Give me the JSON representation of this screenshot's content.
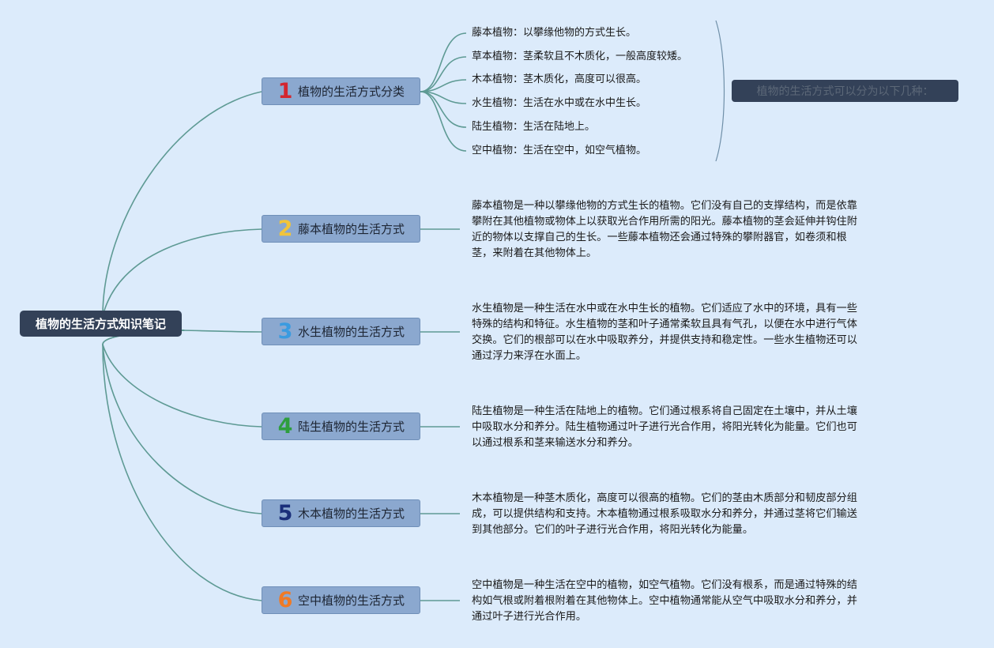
{
  "root": {
    "title": "植物的生活方式知识笔记"
  },
  "topics": [
    {
      "number": "1",
      "label": "植物的生活方式分类",
      "color": "#d3262f"
    },
    {
      "number": "2",
      "label": "藤本植物的生活方式",
      "color": "#f2c43a"
    },
    {
      "number": "3",
      "label": "水生植物的生活方式",
      "color": "#3a9be0"
    },
    {
      "number": "4",
      "label": "陆生植物的生活方式",
      "color": "#2e9e3e"
    },
    {
      "number": "5",
      "label": "木本植物的生活方式",
      "color": "#1b2f7a"
    },
    {
      "number": "6",
      "label": "空中植物的生活方式",
      "color": "#f07a24"
    }
  ],
  "classification": [
    "藤本植物：以攀缘他物的方式生长。",
    "草本植物：茎柔软且不木质化，一般高度较矮。",
    "木本植物：茎木质化，高度可以很高。",
    "水生植物：生活在水中或在水中生长。",
    "陆生植物：生活在陆地上。",
    "空中植物：生活在空中，如空气植物。"
  ],
  "summary_note": "植物的生活方式可以分为以下几种：",
  "descriptions": [
    "藤本植物是一种以攀缘他物的方式生长的植物。它们没有自己的支撑结构，而是依靠攀附在其他植物或物体上以获取光合作用所需的阳光。藤本植物的茎会延伸并钩住附近的物体以支撑自己的生长。一些藤本植物还会通过特殊的攀附器官，如卷须和根茎，来附着在其他物体上。",
    "水生植物是一种生活在水中或在水中生长的植物。它们适应了水中的环境，具有一些特殊的结构和特征。水生植物的茎和叶子通常柔软且具有气孔，以便在水中进行气体交换。它们的根部可以在水中吸取养分，并提供支持和稳定性。一些水生植物还可以通过浮力来浮在水面上。",
    "陆生植物是一种生活在陆地上的植物。它们通过根系将自己固定在土壤中，并从土壤中吸取水分和养分。陆生植物通过叶子进行光合作用，将阳光转化为能量。它们也可以通过根系和茎来输送水分和养分。",
    "木本植物是一种茎木质化，高度可以很高的植物。它们的茎由木质部分和韧皮部分组成，可以提供结构和支持。木本植物通过根系吸取水分和养分，并通过茎将它们输送到其他部分。它们的叶子进行光合作用，将阳光转化为能量。",
    "空中植物是一种生活在空中的植物，如空气植物。它们没有根系，而是通过特殊的结构如气根或附着根附着在其他物体上。空中植物通常能从空气中吸取水分和养分，并通过叶子进行光合作用。"
  ],
  "colors": {
    "background": "#dcebfb",
    "connector": "#5e9a94",
    "root_fill": "#334158",
    "topic_fill": "#8ba8cf"
  }
}
